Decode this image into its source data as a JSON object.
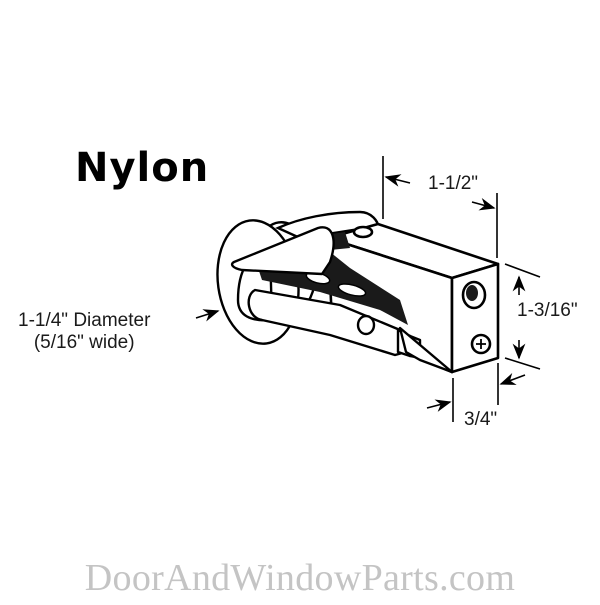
{
  "title": "Nylon",
  "dimensions": {
    "length": "1-1/2\"",
    "height": "1-3/16\"",
    "width": "3/4\"",
    "diameter_line1": "1-1/4\" Diameter",
    "diameter_line2": "(5/16\" wide)"
  },
  "watermark": "DoorAndWindowParts.com",
  "colors": {
    "line": "#000000",
    "fill": "#ffffff",
    "shadow": "#1a1a1a",
    "watermark": "#c4c4c4"
  }
}
